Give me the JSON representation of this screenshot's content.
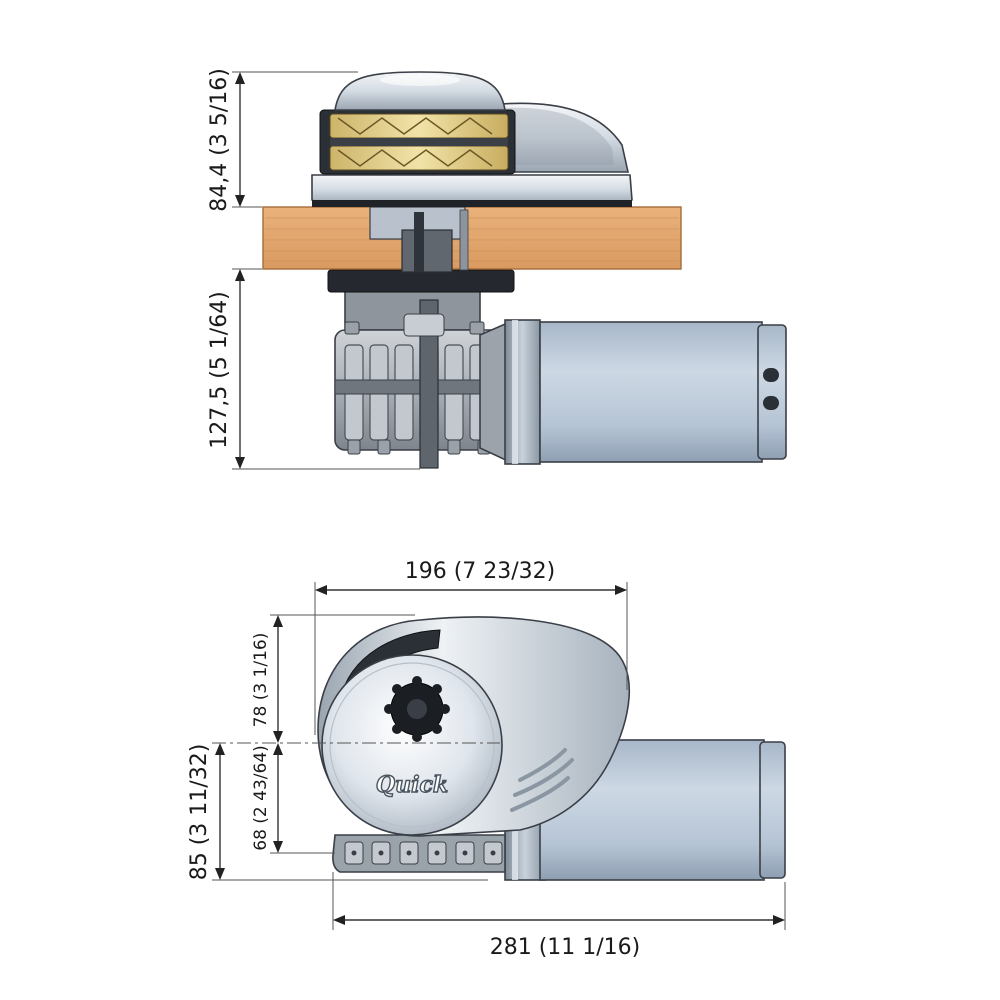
{
  "top_view": {
    "dims": {
      "upper_height": "84,4 (3 5/16)",
      "lower_height": "127,5 (5 1/64)"
    }
  },
  "side_view": {
    "logo_text": "Quick",
    "dims": {
      "width_196": "196 (7 23/32)",
      "height_78": "78 (3 1/16)",
      "height_68": "68 (2 43/64)",
      "height_85": "85 (3 11/32)",
      "length_281": "281 (11 1/16)"
    }
  },
  "colors": {
    "wood": "#e2a46b",
    "motor": "#b6c6d8",
    "chrome": "#dfe5ec",
    "gold": "#e8d79a",
    "dark": "#2b2f36"
  }
}
